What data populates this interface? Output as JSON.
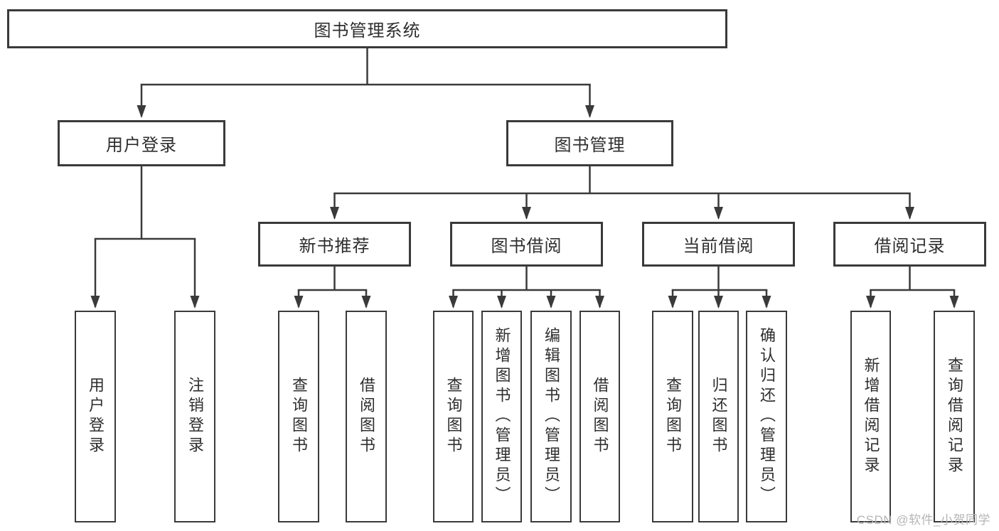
{
  "palette": {
    "background": "#ffffff",
    "line": "#3a3a3a",
    "border": "#3a3a3a",
    "text": "#2e2e2e",
    "watermark_color": "#b5b5b5"
  },
  "watermark": {
    "text": "CSDN @软件_小贺同学"
  },
  "nodes": {
    "root": "图书管理系统",
    "login": "用户登录",
    "mgmt": "图书管理",
    "login_user": "用户登录",
    "login_logout": "注销登录",
    "rec": "新书推荐",
    "borrow": "图书借阅",
    "current": "当前借阅",
    "records": "借阅记录",
    "rec_query": "查询图书",
    "rec_borrow": "借阅图书",
    "borrow_query": "查询图书",
    "borrow_add": "新增图书（管理员）",
    "borrow_edit": "编辑图书（管理员）",
    "borrow_borrow": "借阅图书",
    "cur_query": "查询图书",
    "cur_return": "归还图书",
    "cur_confirm": "确认归还（管理员）",
    "records_add": "新增借阅记录",
    "records_query": "查询借阅记录"
  },
  "hierarchy": {
    "图书管理系统": {
      "用户登录": [
        "用户登录",
        "注销登录"
      ],
      "图书管理": {
        "新书推荐": [
          "查询图书",
          "借阅图书"
        ],
        "图书借阅": [
          "查询图书",
          "新增图书（管理员）",
          "编辑图书（管理员）",
          "借阅图书"
        ],
        "当前借阅": [
          "查询图书",
          "归还图书",
          "确认归还（管理员）"
        ],
        "借阅记录": [
          "新增借阅记录",
          "查询借阅记录"
        ]
      }
    }
  }
}
